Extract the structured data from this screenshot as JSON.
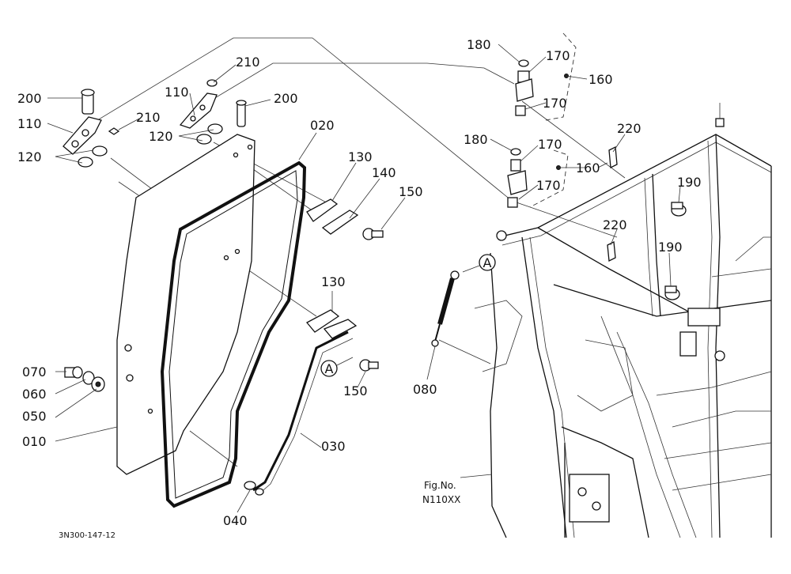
{
  "diagram": {
    "drawing_code": "3N300-147-12",
    "figure_ref": {
      "line1": "Fig.No.",
      "line2": "N110XX"
    },
    "callout_letter": "A",
    "labels": {
      "p010": "010",
      "p020": "020",
      "p030": "030",
      "p040": "040",
      "p050": "050",
      "p060": "060",
      "p070": "070",
      "p080": "080",
      "p110a": "110",
      "p110b": "110",
      "p120a": "120",
      "p120b": "120",
      "p130a": "130",
      "p130b": "130",
      "p140": "140",
      "p150a": "150",
      "p150b": "150",
      "p160a": "160",
      "p160b": "160",
      "p170a": "170",
      "p170b": "170",
      "p170c": "170",
      "p170d": "170",
      "p180a": "180",
      "p180b": "180",
      "p190a": "190",
      "p190b": "190",
      "p200a": "200",
      "p200b": "200",
      "p210a": "210",
      "p210b": "210",
      "p220a": "220",
      "p220b": "220"
    }
  }
}
